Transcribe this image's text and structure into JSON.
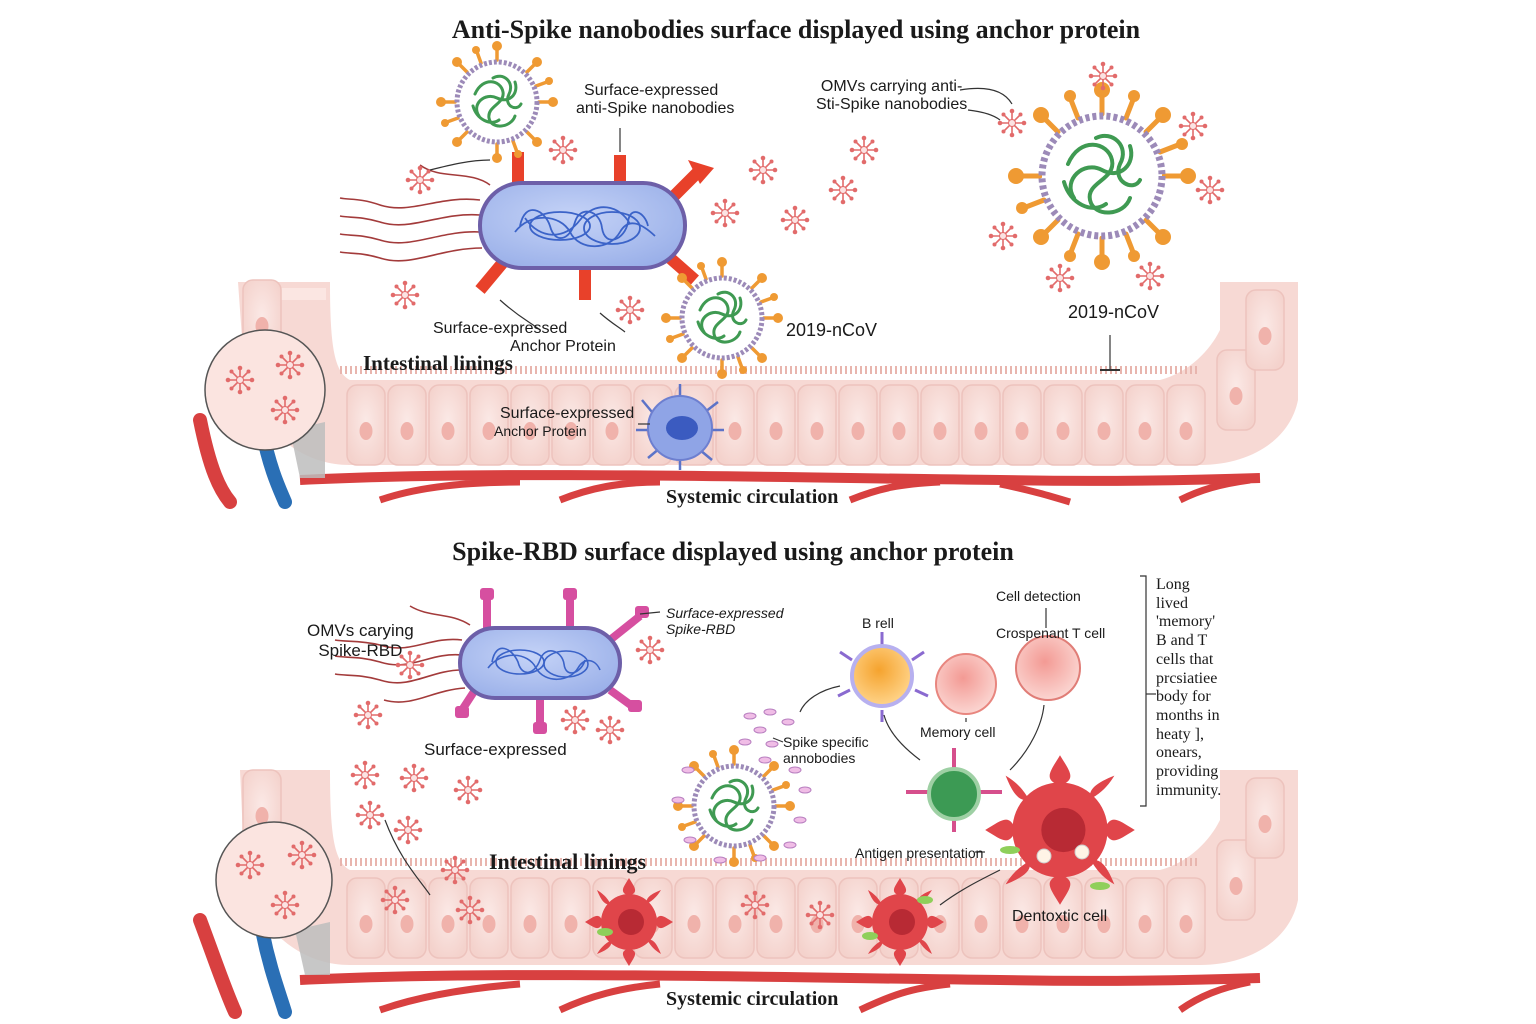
{
  "panel_top": {
    "title": "Anti-Spike nanobodies surface displayed using anchor protein",
    "label_nanobodies": [
      "Surface-expressed",
      "anti-Spike nanobodies"
    ],
    "label_omvs": [
      "OMVs carrying anti-",
      "Sti-Spike nanobodies"
    ],
    "label_anchor": [
      "Surface-expressed",
      "Anchor Protein"
    ],
    "label_virus_a": "2019-nCoV",
    "label_virus_b": "2019-nCoV",
    "label_intestinal": "Intestinal linings",
    "label_anchor_cell": [
      "Surface-expressed",
      "Anchor Protein"
    ],
    "label_circulation": "Systemic circulation"
  },
  "panel_bottom": {
    "title": "Spike-RBD surface displayed using anchor protein",
    "label_omvs": [
      "OMVs carying",
      "Spike-RBD"
    ],
    "label_rbd": [
      "Surface-expressed",
      "Spike-RBD"
    ],
    "label_surface": "Surface-expressed",
    "label_b_cell": "B rell",
    "label_cell_detection": "Cell detection",
    "label_t_cell": "Crospenant T cell",
    "label_memory_cell": "Memory cell",
    "label_spike_antibodies": [
      "Spike specific",
      "annobodies"
    ],
    "label_antigen": "Antigen presentation",
    "label_dendritic": "Dentoxtic cell",
    "label_intestinal": "Intestinal linings",
    "label_circulation": "Systemic circulation",
    "memory_text": [
      "Long",
      "lived",
      "'memory'",
      "B and T",
      "cells that",
      "prcsiatiee",
      "body for",
      "months in",
      "heaty ],",
      "onears,",
      "providing",
      "immunity."
    ]
  },
  "colors": {
    "bacterium_fill": "#aebff0",
    "bacterium_stroke": "#6d5fa8",
    "dna": "#3b63c8",
    "anchor_red": "#e8412a",
    "anchor_pink": "#d64fa0",
    "virus_spike": "#ef9a33",
    "virus_rna": "#3f9a52",
    "omv": "#e07070",
    "epithelium": "#f8dcd8",
    "vessel_red": "#d84040",
    "vessel_blue": "#2a6fb5",
    "b_cell": "#f6a53a",
    "memory_cell": "#f29a94",
    "dendritic": "#e0454a",
    "apc_green": "#3c9a54"
  }
}
